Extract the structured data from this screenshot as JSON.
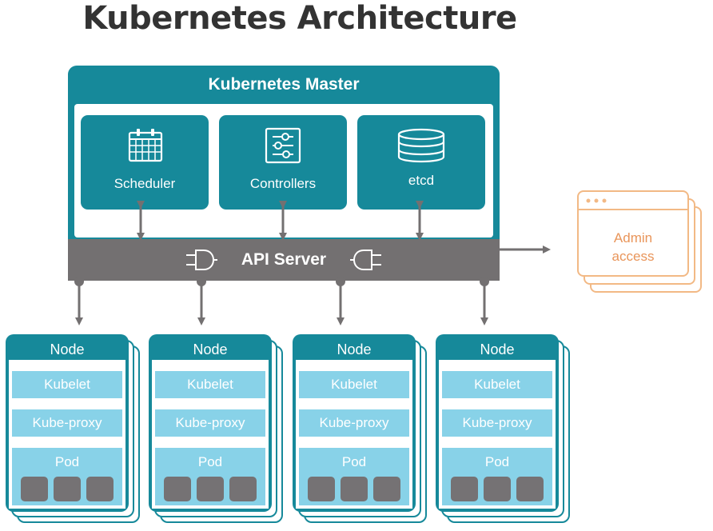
{
  "title": "Kubernetes Architecture",
  "master": {
    "title": "Kubernetes Master",
    "components": [
      {
        "label": "Scheduler",
        "icon": "calendar-icon"
      },
      {
        "label": "Controllers",
        "icon": "sliders-icon"
      },
      {
        "label": "etcd",
        "icon": "database-icon"
      }
    ]
  },
  "api_server": {
    "label": "API Server",
    "icon": "plug-icon"
  },
  "admin": {
    "line1": "Admin",
    "line2": "access"
  },
  "nodes": [
    {
      "title": "Node",
      "kubelet": "Kubelet",
      "proxy": "Kube-proxy",
      "pod": "Pod"
    },
    {
      "title": "Node",
      "kubelet": "Kubelet",
      "proxy": "Kube-proxy",
      "pod": "Pod"
    },
    {
      "title": "Node",
      "kubelet": "Kubelet",
      "proxy": "Kube-proxy",
      "pod": "Pod"
    },
    {
      "title": "Node",
      "kubelet": "Kubelet",
      "proxy": "Kube-proxy",
      "pod": "Pod"
    }
  ],
  "colors": {
    "teal": "#16899a",
    "light_blue": "#88d2e8",
    "gray": "#737071",
    "orange": "#f2b985",
    "orange_text": "#e9955a"
  }
}
